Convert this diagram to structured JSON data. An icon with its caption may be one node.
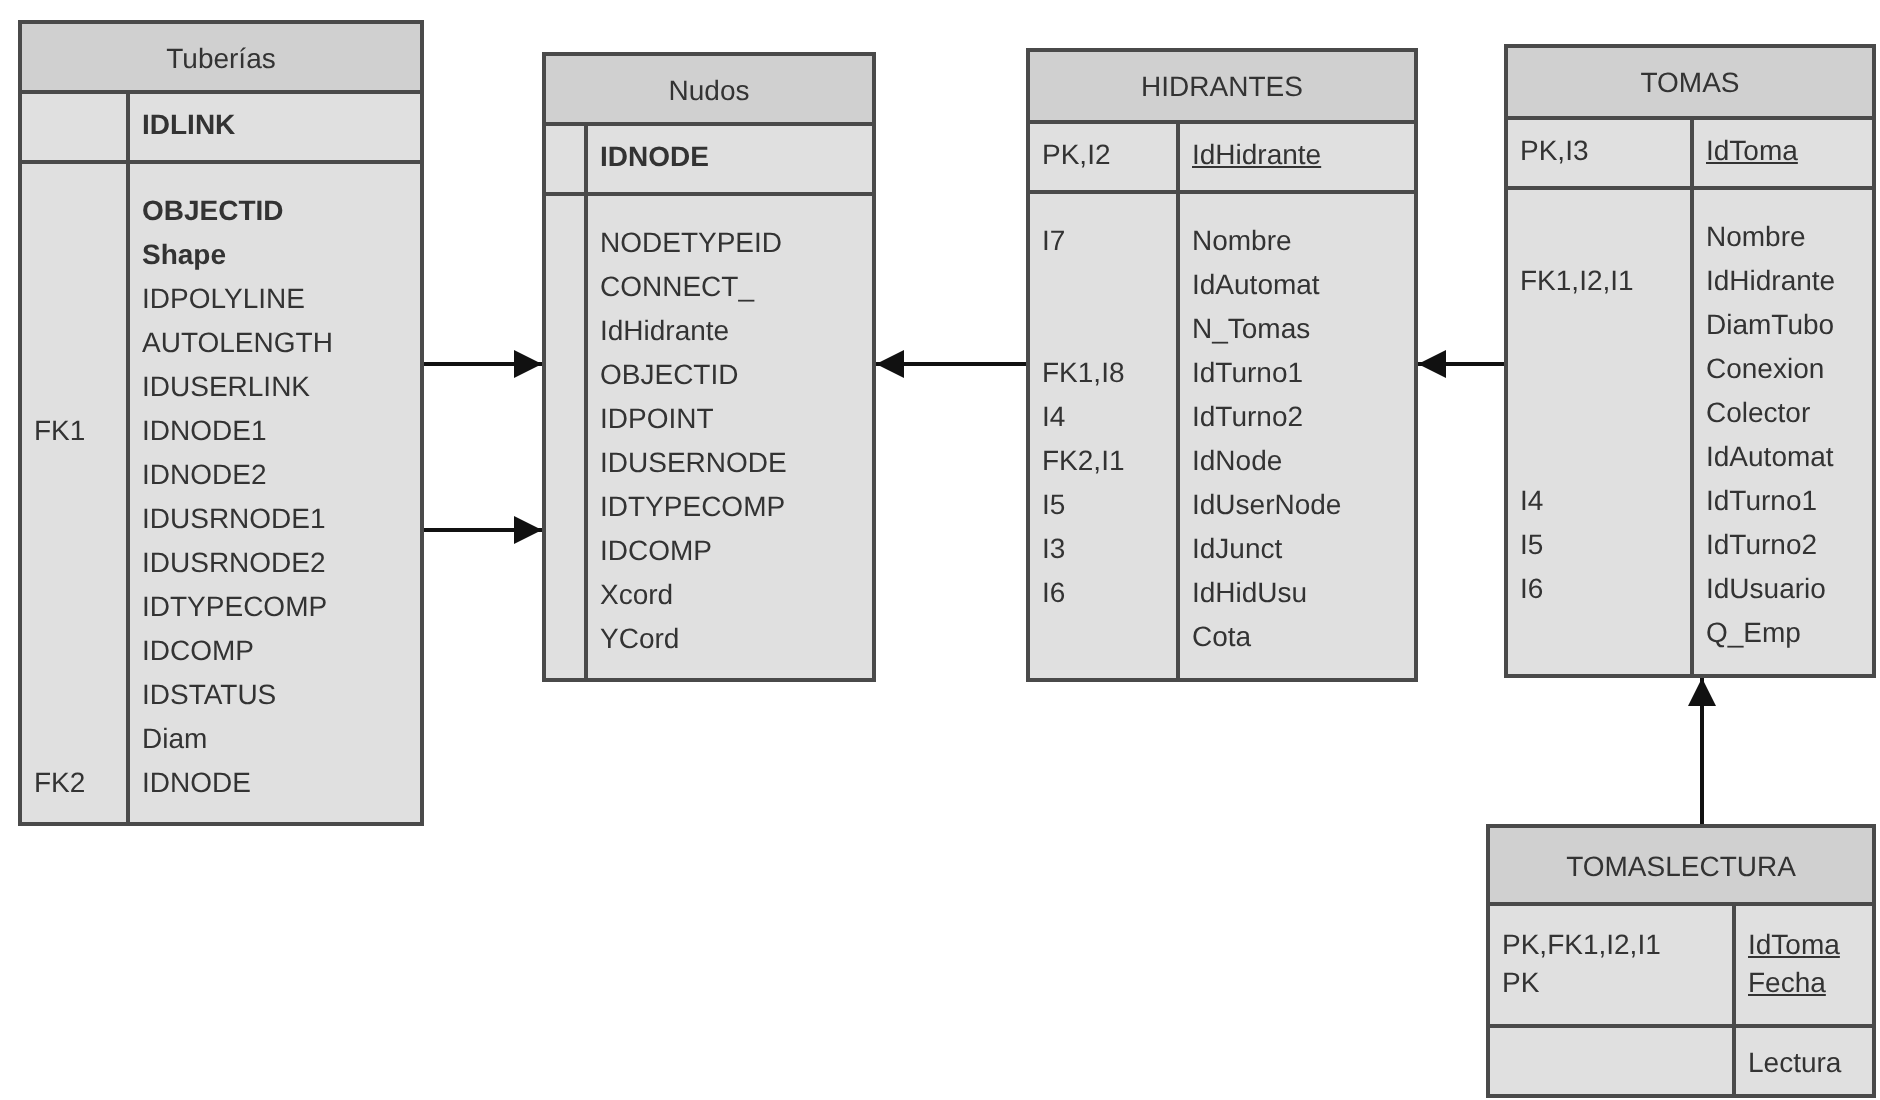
{
  "diagram": {
    "nodes": [
      {
        "text": [
          "Tuberías"
        ]
      },
      {
        "text": [],
        "shape": "box",
        "in": 0
      },
      {
        "text": [
          "IDLINK"
        ],
        "in": 0
      },
      {
        "text": [
          "FK1",
          "FK2"
        ],
        "in": 0
      },
      {
        "text": [
          "OBJECTID",
          "Shape",
          "IDPOLYLINE",
          "AUTOLENGTH",
          "IDUSERLINK",
          "IDNODE1",
          "IDNODE2",
          "IDUSRNODE1",
          "IDUSRNODE2",
          "IDTYPECOMP",
          "IDCOMP",
          "IDSTATUS",
          "Diam",
          "IDNODE"
        ],
        "in": 0
      },
      {
        "text": [
          "Nudos"
        ]
      },
      {
        "text": [],
        "shape": "box",
        "in": 5
      },
      {
        "text": [
          "IDNODE"
        ],
        "in": 5
      },
      {
        "text": [],
        "shape": "box",
        "in": 5
      },
      {
        "text": [
          "NODETYPEID",
          "CONNECT_",
          "IdHidrante",
          "OBJECTID",
          "IDPOINT",
          "IDUSERNODE",
          "IDTYPECOMP",
          "IDCOMP",
          "Xcord",
          "YCord"
        ],
        "in": 5
      },
      {
        "text": [
          "HIDRANTES"
        ]
      },
      {
        "text": [
          "PK,I2"
        ],
        "in": 10
      },
      {
        "text": [
          "IdHidrante"
        ],
        "in": 10
      },
      {
        "text": [
          "I7",
          "FK1,I8",
          "I4",
          "FK2,I1",
          "I5",
          "I3",
          "I6"
        ],
        "in": 10
      },
      {
        "text": [
          "Nombre",
          "IdAutomat",
          "N_Tomas",
          "IdTurno1",
          "IdTurno2",
          "IdNode",
          "IdUserNode",
          "IdJunct",
          "IdHidUsu",
          "Cota"
        ],
        "in": 10
      },
      {
        "text": [
          "TOMAS"
        ]
      },
      {
        "text": [
          "PK,I3"
        ],
        "in": 15
      },
      {
        "text": [
          "IdToma"
        ],
        "in": 15
      },
      {
        "text": [
          "FK1,I2,I1",
          "I4",
          "I5",
          "I6"
        ],
        "in": 15
      },
      {
        "text": [
          "Nombre",
          "IdHidrante",
          "DiamTubo",
          "Conexion",
          "Colector",
          "IdAutomat",
          "IdTurno1",
          "IdTurno2",
          "IdUsuario",
          "Q_Emp"
        ],
        "in": 15
      },
      {
        "text": [
          "TOMASLECTURA"
        ]
      },
      {
        "text": [
          "PK,FK1,I2,I1",
          "PK"
        ],
        "in": 20
      },
      {
        "text": [
          "IdToma",
          "Fecha"
        ],
        "in": 20
      },
      {
        "text": [],
        "shape": "box",
        "in": 20
      },
      {
        "text": [
          "Lectura"
        ],
        "in": 20
      }
    ],
    "edges": [
      {
        "from": 0,
        "to": 5,
        "arrow": "to"
      },
      {
        "from": 0,
        "to": 5,
        "arrow": "to"
      },
      {
        "from": 10,
        "to": 5,
        "arrow": "to"
      },
      {
        "from": 15,
        "to": 10,
        "arrow": "to"
      },
      {
        "from": 20,
        "to": 15,
        "arrow": "to"
      }
    ]
  }
}
